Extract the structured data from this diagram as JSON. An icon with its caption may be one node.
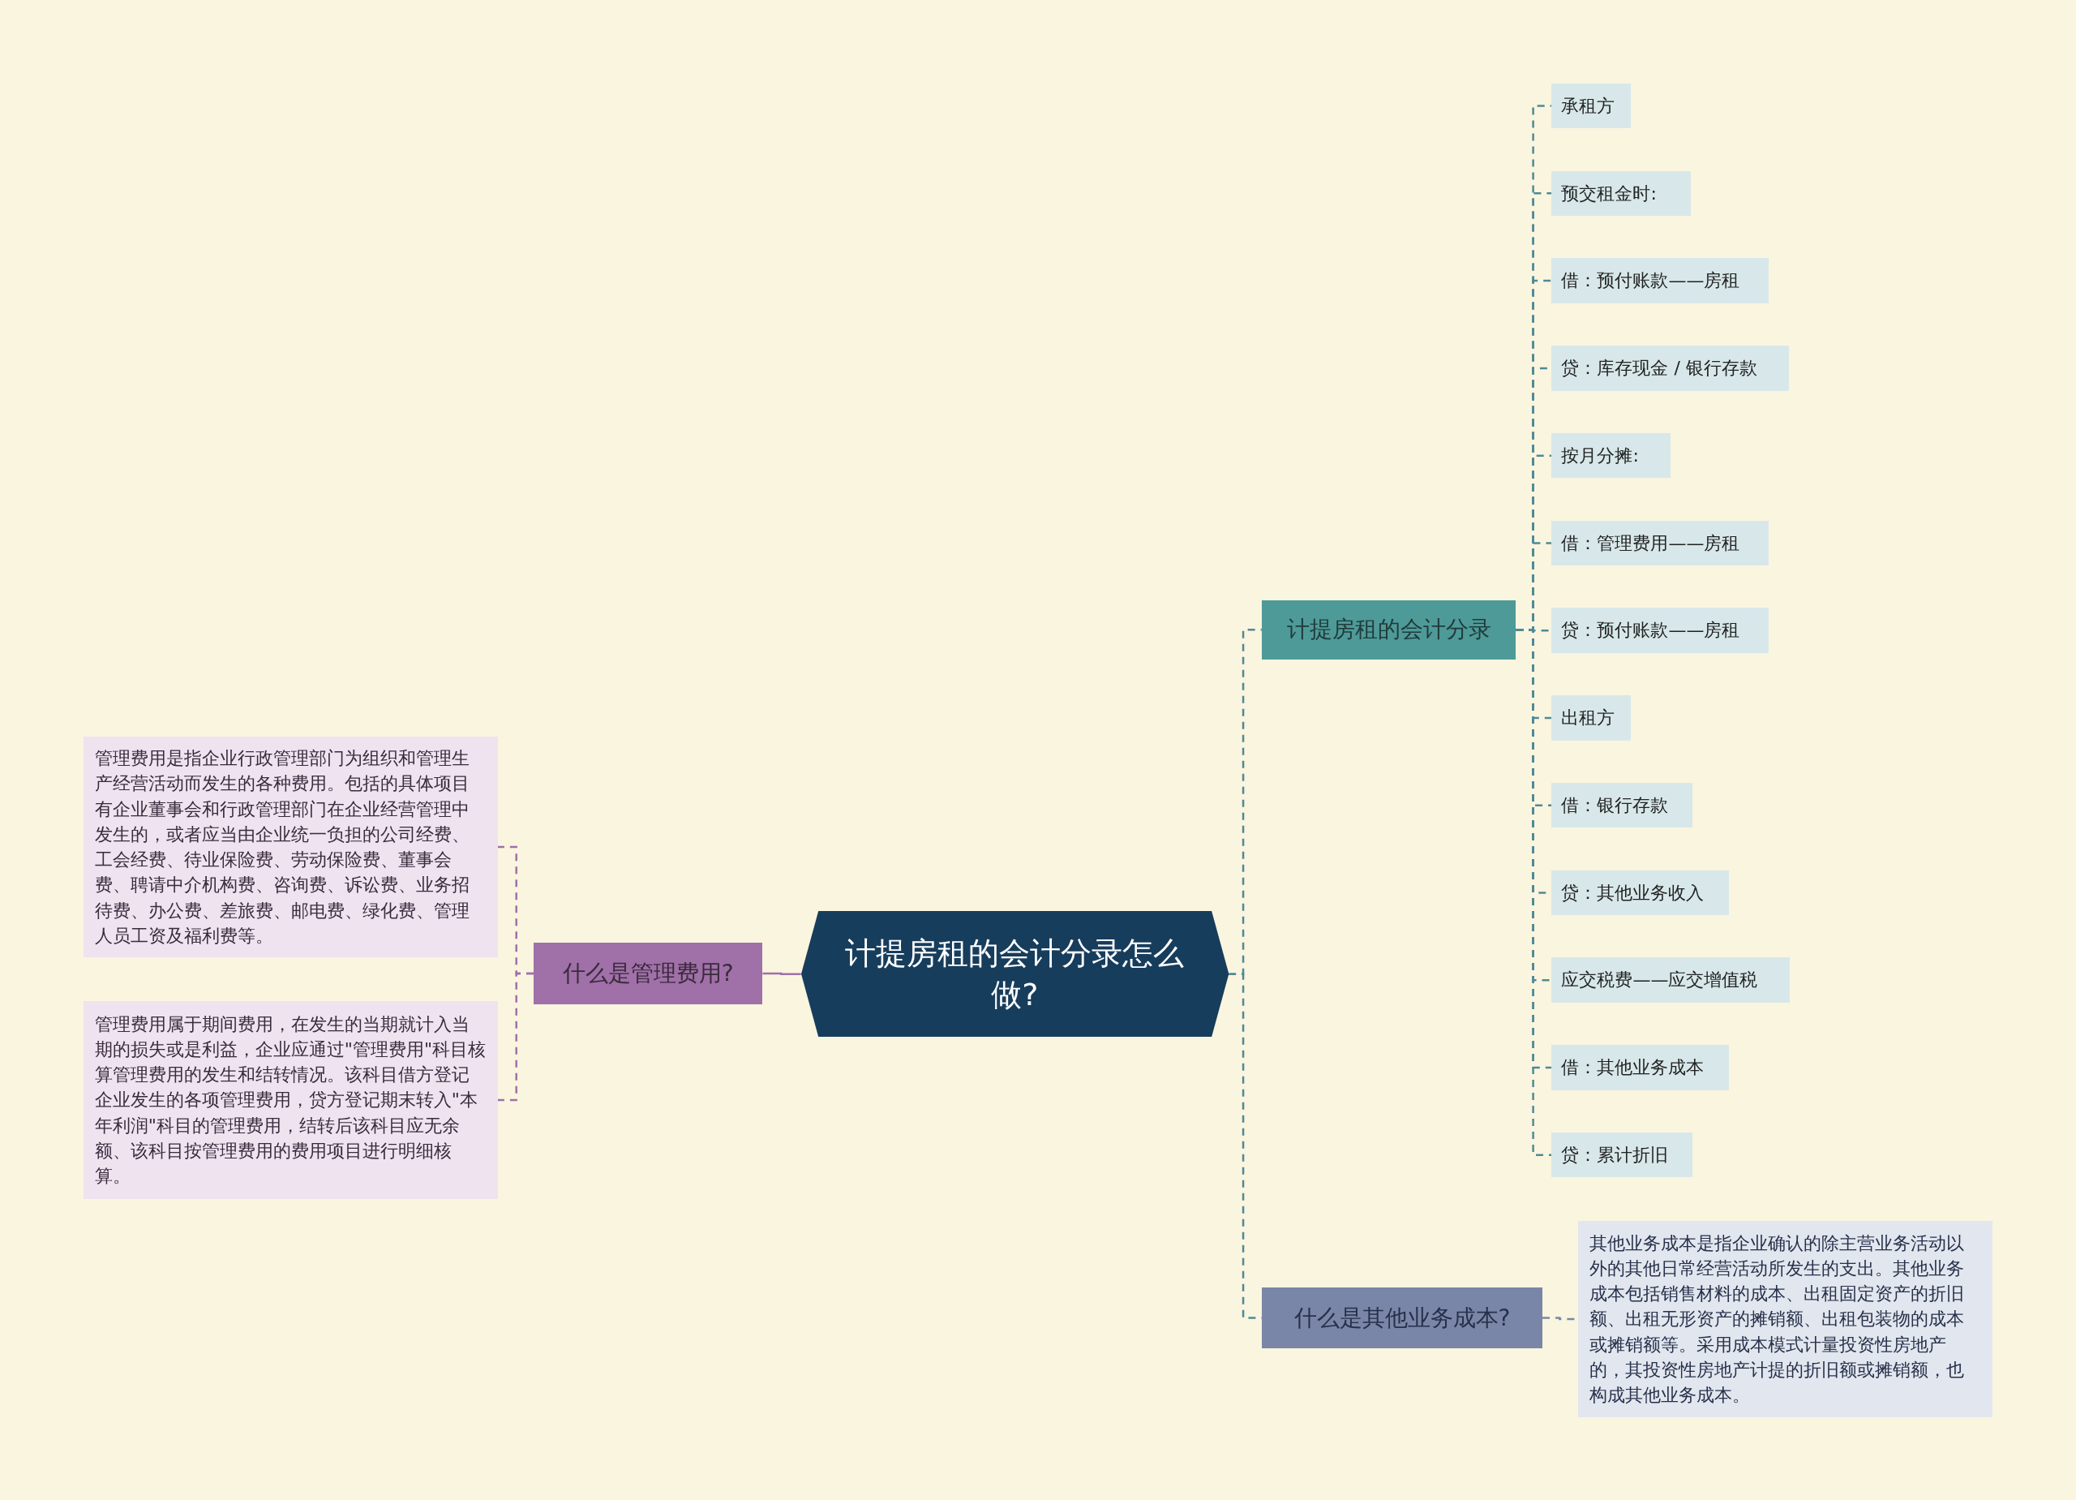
{
  "diagram": {
    "nodes": [
      {
        "text": [
          "计提房租的会计分录怎么做?"
        ]
      },
      {
        "text": [
          "什么是管理费用?"
        ]
      },
      {
        "text": [
          "管理费用是指企业行政管理部门为组织和管理生产经营活动而发生的各种费用。包括的具体项目有企业董事会和行政管理部门在企业经营管理中发生的，或者应当由企业统一负担的公司经费、工会经费、待业保险费、劳动保险费、董事会费、聘请中介机构费、咨询费、诉讼费、业务招待费、办公费、差旅费、邮电费、绿化费、管理人员工资及福利费等。"
        ]
      },
      {
        "text": [
          "管理费用属于期间费用，在发生的当期就计入当期的损失或是利益，企业应通过\"管理费用\"科目核算管理费用的发生和结转情况。该科目借方登记企业发生的各项管理费用，贷方登记期末转入\"本年利润\"科目的管理费用，结转后该科目应无余额、该科目按管理费用的费用项目进行明细核算。"
        ]
      },
      {
        "text": [
          "计提房租的会计分录"
        ]
      },
      {
        "text": [
          "承租方"
        ]
      },
      {
        "text": [
          "预交租金时:"
        ]
      },
      {
        "text": [
          "借：预付账款——房租"
        ]
      },
      {
        "text": [
          "贷：库存现金 / 银行存款"
        ]
      },
      {
        "text": [
          "按月分摊:"
        ]
      },
      {
        "text": [
          "借：管理费用——房租"
        ]
      },
      {
        "text": [
          "贷：预付账款——房租"
        ]
      },
      {
        "text": [
          "出租方"
        ]
      },
      {
        "text": [
          "借：银行存款"
        ]
      },
      {
        "text": [
          "贷：其他业务收入"
        ]
      },
      {
        "text": [
          "应交税费——应交增值税"
        ]
      },
      {
        "text": [
          "借：其他业务成本"
        ]
      },
      {
        "text": [
          "贷：累计折旧"
        ]
      },
      {
        "text": [
          "什么是其他业务成本?"
        ]
      },
      {
        "text": [
          "其他业务成本是指企业确认的除主营业务活动以外的其他日常经营活动所发生的支出。其他业务成本包括销售材料的成本、出租固定资产的折旧额、出租无形资产的摊销额、出租包装物的成本或摊销额等。采用成本模式计量投资性房地产的，其投资性房地产计提的折旧额或摊销额，也构成其他业务成本。"
        ]
      }
    ],
    "edges": [
      {
        "from": 0,
        "to": 1,
        "arrow": "none",
        "color": "#a070a8"
      },
      {
        "from": 1,
        "to": 2,
        "arrow": "none",
        "style": "dashed",
        "color": "#a070a8"
      },
      {
        "from": 1,
        "to": 3,
        "arrow": "none",
        "style": "dashed",
        "color": "#a070a8"
      },
      {
        "from": 0,
        "to": 4,
        "arrow": "none",
        "style": "dashed"
      },
      {
        "from": 0,
        "to": 18,
        "arrow": "none",
        "style": "dashed"
      },
      {
        "from": 4,
        "to": 5,
        "arrow": "none",
        "style": "dashed"
      },
      {
        "from": 4,
        "to": 6,
        "arrow": "none",
        "style": "dashed"
      },
      {
        "from": 4,
        "to": 7,
        "arrow": "none",
        "style": "dashed"
      },
      {
        "from": 4,
        "to": 8,
        "arrow": "none",
        "style": "dashed"
      },
      {
        "from": 4,
        "to": 9,
        "arrow": "none",
        "style": "dashed"
      },
      {
        "from": 4,
        "to": 10,
        "arrow": "none",
        "style": "dashed"
      },
      {
        "from": 4,
        "to": 11,
        "arrow": "none",
        "style": "dashed"
      },
      {
        "from": 4,
        "to": 12,
        "arrow": "none",
        "style": "dashed"
      },
      {
        "from": 4,
        "to": 13,
        "arrow": "none",
        "style": "dashed"
      },
      {
        "from": 4,
        "to": 14,
        "arrow": "none",
        "style": "dashed"
      },
      {
        "from": 4,
        "to": 15,
        "arrow": "none",
        "style": "dashed"
      },
      {
        "from": 4,
        "to": 16,
        "arrow": "none",
        "style": "dashed"
      },
      {
        "from": 4,
        "to": 17,
        "arrow": "none",
        "style": "dashed"
      },
      {
        "from": 18,
        "to": 19,
        "arrow": "none",
        "style": "dashed",
        "color": "#7a86a8"
      }
    ]
  }
}
